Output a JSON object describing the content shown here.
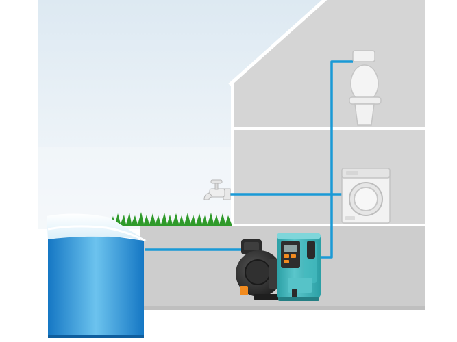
{
  "diagram": {
    "elements": [
      {
        "id": "sky",
        "label": ""
      },
      {
        "id": "house",
        "label": ""
      },
      {
        "id": "water-tank",
        "label": ""
      },
      {
        "id": "grass",
        "label": ""
      },
      {
        "id": "garden-tap",
        "label": ""
      },
      {
        "id": "washing-machine",
        "label": ""
      },
      {
        "id": "toilet",
        "label": ""
      },
      {
        "id": "pump",
        "label": ""
      }
    ],
    "connections": [
      {
        "from": "water-tank",
        "to": "pump"
      },
      {
        "from": "pump",
        "to": "garden-tap"
      },
      {
        "from": "pump",
        "to": "washing-machine"
      },
      {
        "from": "pump",
        "to": "toilet"
      }
    ]
  },
  "colors": {
    "sky_top": "#dde9f2",
    "sky_bottom": "#f6f9fb",
    "wall": "#d5d5d5",
    "wall_line": "#ffffff",
    "ground": "#c9c9c9",
    "pipe": "#1a9ad6",
    "water_dark": "#1577c4",
    "water_light": "#6cc3ee",
    "grass": "#2f9a2a",
    "pump_teal": "#3cb3b8",
    "pump_black": "#2b2b2b",
    "pump_orange": "#f28b1f",
    "appliance_white": "#f2f2f2"
  },
  "icons": [
    "water-tank-icon",
    "tap-icon",
    "washing-machine-icon",
    "toilet-icon",
    "pump-icon",
    "grass-icon"
  ]
}
